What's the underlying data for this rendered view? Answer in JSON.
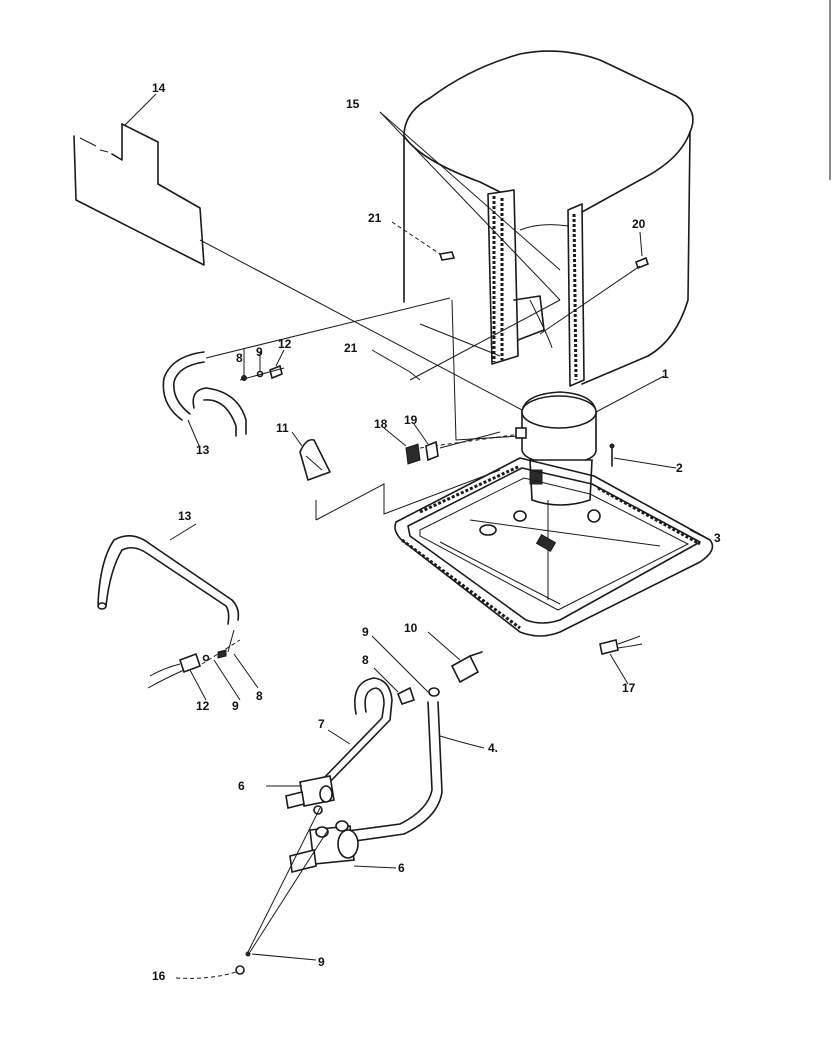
{
  "callouts": {
    "c1": "1",
    "c2": "2",
    "c3": "3",
    "c4": "4.",
    "c6a": "6",
    "c6b": "6",
    "c7": "7",
    "c8a": "8",
    "c8b": "8",
    "c8c": "8",
    "c9a": "9",
    "c9b": "9",
    "c9c": "9",
    "c9d": "9",
    "c10": "10",
    "c11": "11",
    "c12a": "12",
    "c12b": "12",
    "c13a": "13",
    "c13b": "13",
    "c14": "14",
    "c15": "15",
    "c16": "16",
    "c17": "17",
    "c18": "18",
    "c19": "19",
    "c20": "20",
    "c21a": "21",
    "c21b": "21"
  }
}
